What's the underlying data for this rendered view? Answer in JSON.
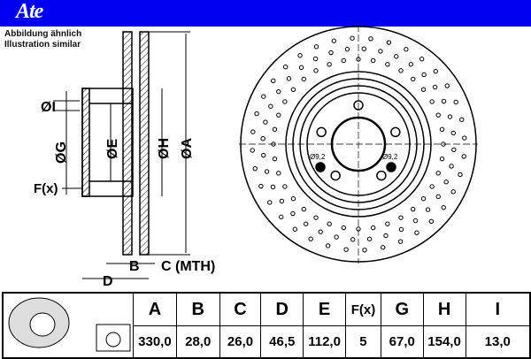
{
  "header": {
    "logo": "Ate",
    "note_de": "Abbildung ähnlich",
    "note_en": "Illustration similar",
    "color": "#0000f0"
  },
  "drawing": {
    "labels": {
      "I": "ØI",
      "G": "ØG",
      "E": "ØE",
      "H": "ØH",
      "A": "ØA",
      "F": "F(x)",
      "B": "B",
      "C": "C (MTH)",
      "D": "D",
      "hole1": "Ø9,2",
      "hole2": "Ø9,2"
    }
  },
  "table": {
    "headers": [
      "A",
      "B",
      "C",
      "D",
      "E",
      "F(x)",
      "G",
      "H",
      "I"
    ],
    "values": [
      "330,0",
      "28,0",
      "26,0",
      "46,5",
      "112,0",
      "5",
      "67,0",
      "154,0",
      "13,0"
    ]
  }
}
